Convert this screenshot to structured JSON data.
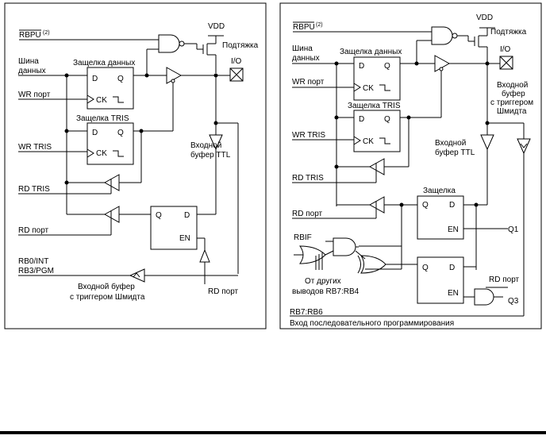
{
  "left": {
    "rbpu": "RBPU",
    "rbpu_note": "(2)",
    "vdd": "VDD",
    "pullup": "Подтяжка",
    "data_bus_1": "Шина",
    "data_bus_2": "данных",
    "latch_data": "Защелка данных",
    "io": "I/O",
    "wr_port": "WR порт",
    "latch_tris": "Защелка TRIS",
    "wr_tris": "WR TRIS",
    "in_buf_1": "Входной",
    "in_buf_2": "буфер TTL",
    "rd_tris": "RD TRIS",
    "rd_port": "RD порт",
    "rb0": "RB0/INT",
    "rb3": "RB3/PGM",
    "schmitt_1": "Входной буфер",
    "schmitt_2": "с триггером Шмидта",
    "rd_port_bottom": "RD порт",
    "d": "D",
    "q": "Q",
    "ck": "CK",
    "en": "EN"
  },
  "right": {
    "rbpu": "RBPU",
    "rbpu_note": "(2)",
    "vdd": "VDD",
    "pullup": "Подтяжка",
    "data_bus_1": "Шина",
    "data_bus_2": "данных",
    "latch_data": "Защелка данных",
    "io": "I/O",
    "wr_port": "WR порт",
    "latch_tris": "Защелка TRIS",
    "in_buf_s1": "Входной",
    "in_buf_s2": "буфер",
    "in_buf_s3": "с триггером",
    "in_buf_s4": "Шмидта",
    "wr_tris": "WR TRIS",
    "in_buf_1": "Входной",
    "in_buf_2": "буфер TTL",
    "rd_tris": "RD TRIS",
    "latch": "Защелка",
    "rd_port": "RD порт",
    "q1": "Q1",
    "rbif": "RBIF",
    "others_1": "От других",
    "others_2": "выводов RB7:RB4",
    "rd_port2": "RD порт",
    "q3": "Q3",
    "rb76": "RB7:RB6",
    "serial": "Вход последовательного программирования",
    "d": "D",
    "q": "Q",
    "ck": "CK",
    "en": "EN"
  }
}
